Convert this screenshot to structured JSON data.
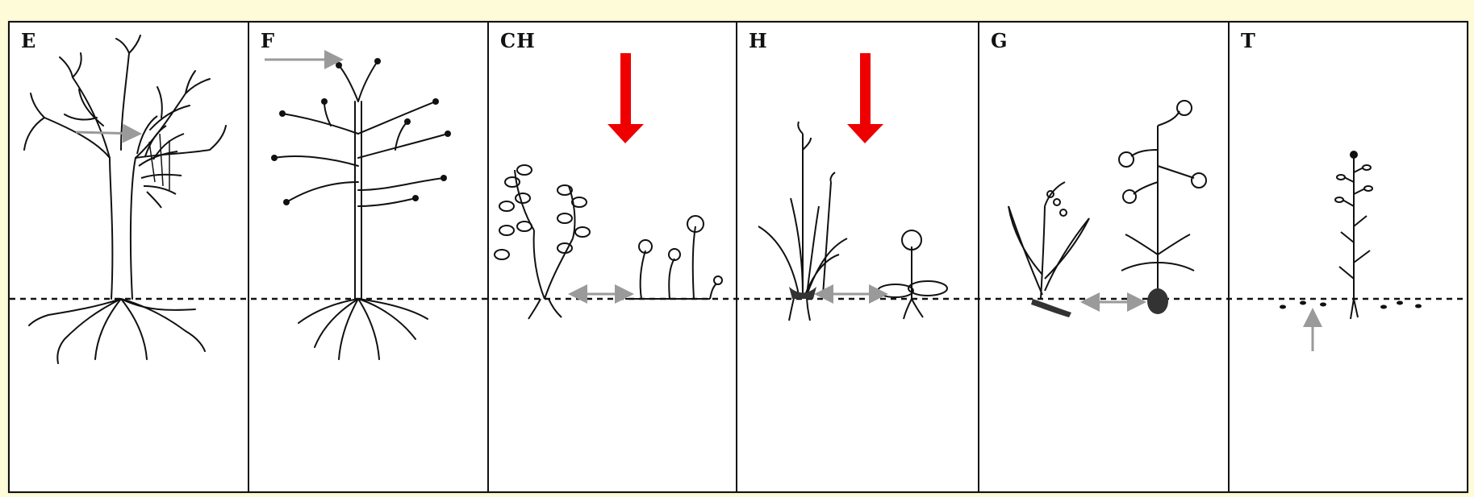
{
  "figure": {
    "panels": [
      {
        "id": "E",
        "label": "E"
      },
      {
        "id": "F",
        "label": "F"
      },
      {
        "id": "CH",
        "label": "CH"
      },
      {
        "id": "H",
        "label": "H"
      },
      {
        "id": "G",
        "label": "G"
      },
      {
        "id": "T",
        "label": "T"
      }
    ]
  },
  "colors": {
    "page_background": "#fefcd8",
    "ink": "#111111",
    "soil_line": "#111111",
    "marker_arrow": "#9a9a9a",
    "highlight_arrow": "#ee0000"
  }
}
